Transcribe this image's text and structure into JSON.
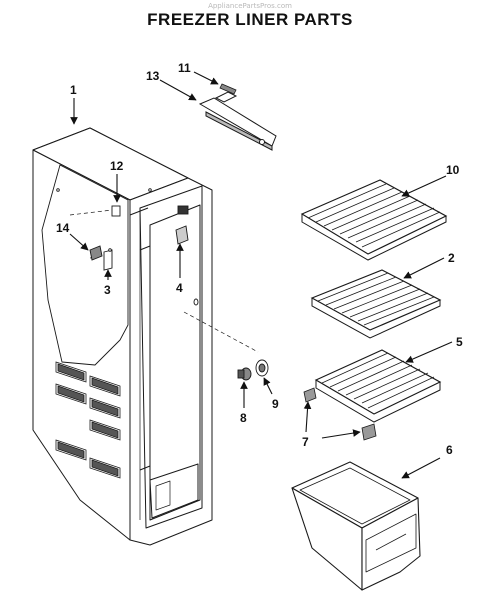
{
  "watermark": "AppliancePartsPros.com",
  "title": "FREEZER LINER PARTS",
  "callouts": [
    {
      "id": "1",
      "label": "1",
      "part": "freezer liner"
    },
    {
      "id": "2",
      "label": "2",
      "part": "middle shelf"
    },
    {
      "id": "3",
      "label": "3",
      "part": "clip"
    },
    {
      "id": "4",
      "label": "4",
      "part": "shelf support"
    },
    {
      "id": "5",
      "label": "5",
      "part": "bottom shelf"
    },
    {
      "id": "6",
      "label": "6",
      "part": "bin"
    },
    {
      "id": "7",
      "label": "7",
      "part": "shelf stop"
    },
    {
      "id": "8",
      "label": "8",
      "part": "light bulb"
    },
    {
      "id": "9",
      "label": "9",
      "part": "light socket"
    },
    {
      "id": "10",
      "label": "10",
      "part": "top shelf"
    },
    {
      "id": "11",
      "label": "11",
      "part": "screw"
    },
    {
      "id": "12",
      "label": "12",
      "part": "bracket"
    },
    {
      "id": "13",
      "label": "13",
      "part": "rail"
    },
    {
      "id": "14",
      "label": "14",
      "part": "switch"
    }
  ],
  "colors": {
    "line": "#1a1a1a",
    "panel": "#ffffff",
    "vent": "#555555"
  }
}
